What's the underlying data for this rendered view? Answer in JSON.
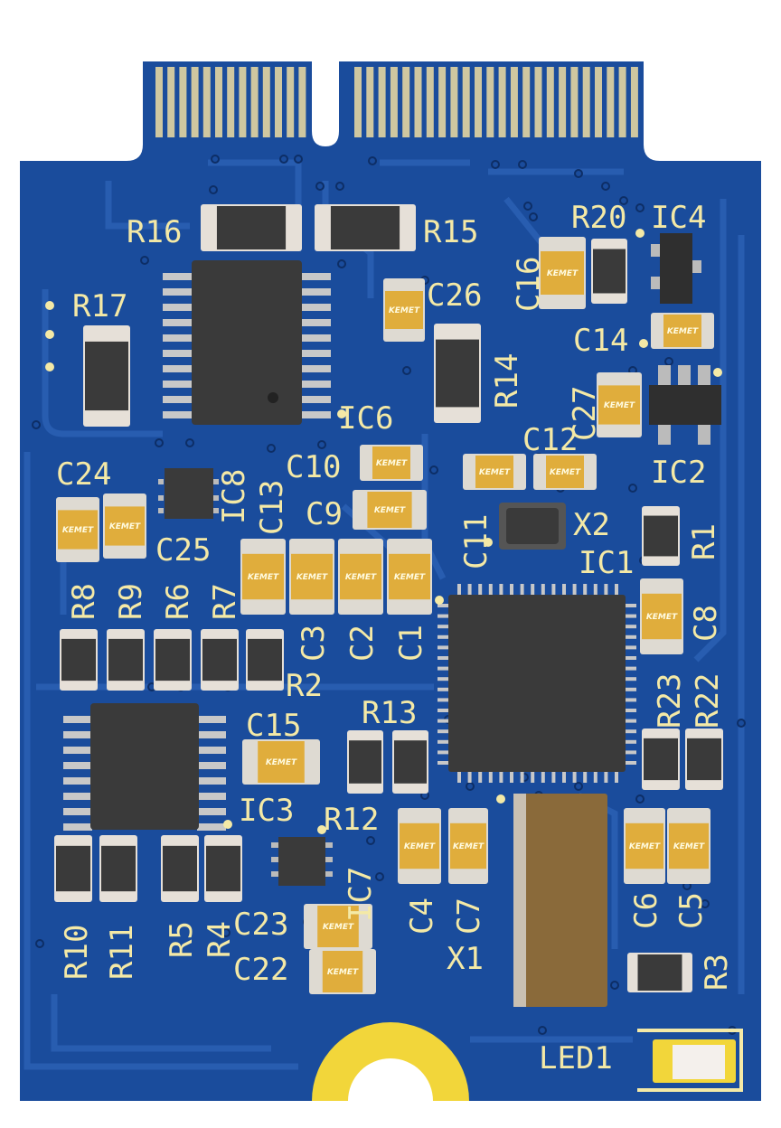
{
  "board": {
    "subject": "M.2 form-factor PCB",
    "colors": {
      "soldermask": "#1a4c9c",
      "soldermask_dark": "#143e84",
      "trace": "#2a5fb3",
      "gold": "#d8c87a",
      "silkscreen": "#f4e9a6",
      "ic_body": "#3a3a3a",
      "kemet_cap": "#e0ad3c",
      "pad_silver": "#cfcfcf",
      "mount_hole": "#f2d63a",
      "crystal": "#8a6a3a"
    }
  },
  "designators": {
    "R16": "R16",
    "R15": "R15",
    "R20": "R20",
    "IC4": "IC4",
    "C16": "C16",
    "C26": "C26",
    "R17": "R17",
    "R14": "R14",
    "C14": "C14",
    "C27": "C27",
    "IC6": "IC6",
    "C10": "C10",
    "C12": "C12",
    "IC2": "IC2",
    "C24": "C24",
    "IC8": "IC8",
    "C13": "C13",
    "C9": "C9",
    "C11": "C11",
    "X2": "X2",
    "R1": "R1",
    "C25": "C25",
    "IC1": "IC1",
    "R8": "R8",
    "R9": "R9",
    "R6": "R6",
    "R7": "R7",
    "C3": "C3",
    "C2": "C2",
    "C1": "C1",
    "C8": "C8",
    "R2": "R2",
    "R23": "R23",
    "R22": "R22",
    "C15": "C15",
    "R13": "R13",
    "IC3": "IC3",
    "R12": "R12",
    "R10": "R10",
    "R11": "R11",
    "R5": "R5",
    "R4": "R4",
    "C23": "C23",
    "IC7": "IC7",
    "C4": "C4",
    "C7": "C7",
    "C6": "C6",
    "C5": "C5",
    "C22": "C22",
    "X1": "X1",
    "R3": "R3",
    "LED1": "LED1"
  },
  "cap_marking": "KEMET"
}
